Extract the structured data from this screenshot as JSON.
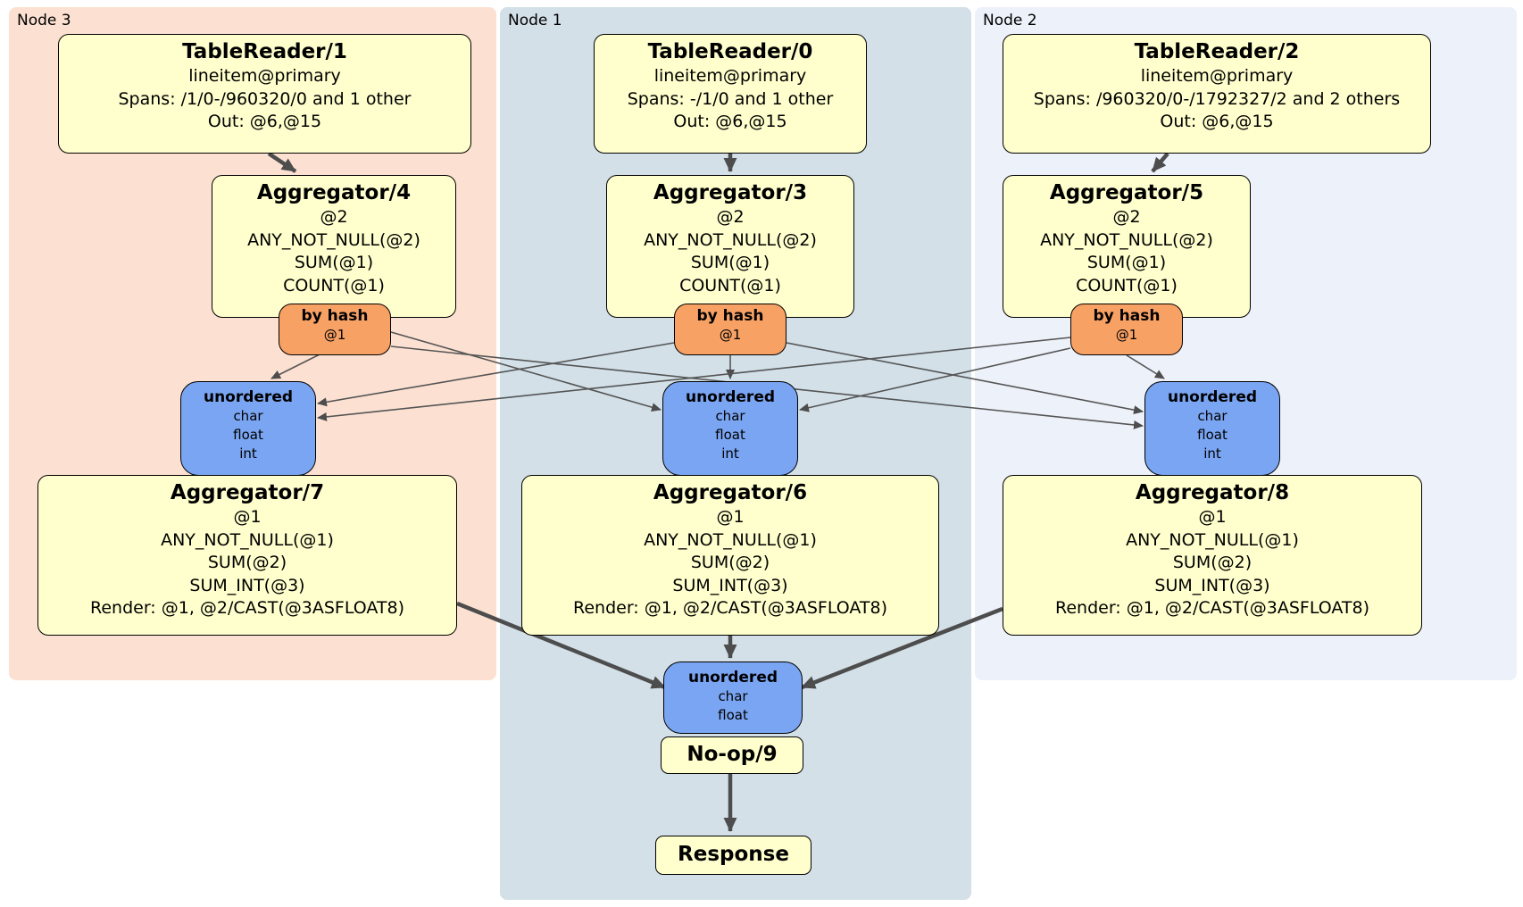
{
  "diagram": {
    "regions": {
      "node3": {
        "label": "Node 3"
      },
      "node1": {
        "label": "Node 1"
      },
      "node2": {
        "label": "Node 2"
      }
    },
    "boxes": {
      "tr1": {
        "title": "TableReader/1",
        "lines": [
          "lineitem@primary",
          "Spans: /1/0-/960320/0 and 1 other",
          "Out: @6,@15"
        ]
      },
      "tr0": {
        "title": "TableReader/0",
        "lines": [
          "lineitem@primary",
          "Spans: -/1/0 and 1 other",
          "Out: @6,@15"
        ]
      },
      "tr2": {
        "title": "TableReader/2",
        "lines": [
          "lineitem@primary",
          "Spans: /960320/0-/1792327/2 and 2 others",
          "Out: @6,@15"
        ]
      },
      "agg4": {
        "title": "Aggregator/4",
        "lines": [
          "@2",
          "ANY_NOT_NULL(@2)",
          "SUM(@1)",
          "COUNT(@1)"
        ]
      },
      "agg3": {
        "title": "Aggregator/3",
        "lines": [
          "@2",
          "ANY_NOT_NULL(@2)",
          "SUM(@1)",
          "COUNT(@1)"
        ]
      },
      "agg5": {
        "title": "Aggregator/5",
        "lines": [
          "@2",
          "ANY_NOT_NULL(@2)",
          "SUM(@1)",
          "COUNT(@1)"
        ]
      },
      "router4": {
        "title": "by hash",
        "lines": [
          "@1"
        ]
      },
      "router3": {
        "title": "by hash",
        "lines": [
          "@1"
        ]
      },
      "router5": {
        "title": "by hash",
        "lines": [
          "@1"
        ]
      },
      "sync7": {
        "title": "unordered",
        "lines": [
          "char",
          "float",
          "int"
        ]
      },
      "sync6": {
        "title": "unordered",
        "lines": [
          "char",
          "float",
          "int"
        ]
      },
      "sync8": {
        "title": "unordered",
        "lines": [
          "char",
          "float",
          "int"
        ]
      },
      "agg7": {
        "title": "Aggregator/7",
        "lines": [
          "@1",
          "ANY_NOT_NULL(@1)",
          "SUM(@2)",
          "SUM_INT(@3)",
          "Render: @1, @2/CAST(@3ASFLOAT8)"
        ]
      },
      "agg6": {
        "title": "Aggregator/6",
        "lines": [
          "@1",
          "ANY_NOT_NULL(@1)",
          "SUM(@2)",
          "SUM_INT(@3)",
          "Render: @1, @2/CAST(@3ASFLOAT8)"
        ]
      },
      "agg8": {
        "title": "Aggregator/8",
        "lines": [
          "@1",
          "ANY_NOT_NULL(@1)",
          "SUM(@2)",
          "SUM_INT(@3)",
          "Render: @1, @2/CAST(@3ASFLOAT8)"
        ]
      },
      "syncFinal": {
        "title": "unordered",
        "lines": [
          "char",
          "float"
        ]
      },
      "noop": {
        "title": "No-op/9"
      },
      "response": {
        "title": "Response"
      }
    },
    "colors": {
      "processor_fill": "#ffffcd",
      "router_fill": "#f7a165",
      "sync_fill": "#7aa5f2",
      "node3_bg": "#fce1d2",
      "node1_bg": "#d3e0e8",
      "node2_bg": "#edf1f9",
      "edge": "#4d4d4d"
    }
  }
}
